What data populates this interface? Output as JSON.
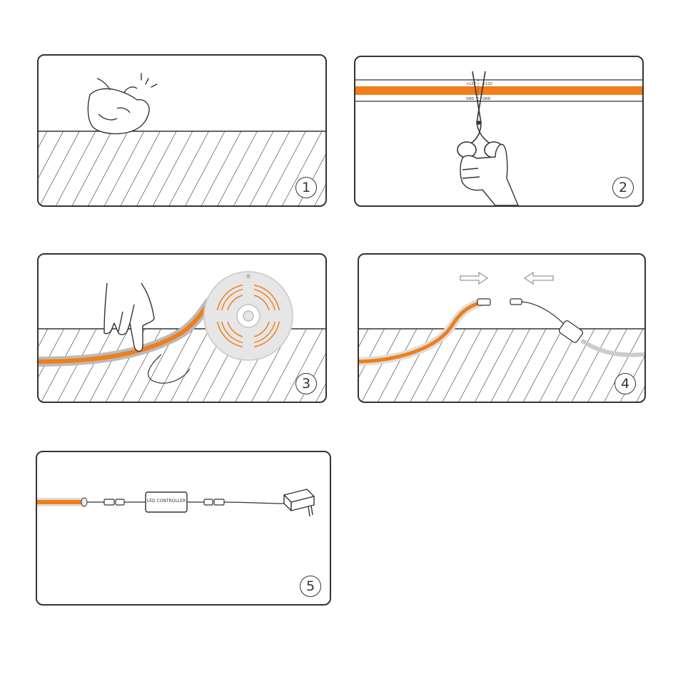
{
  "colors": {
    "accent": "#f07e1b",
    "line": "#333333",
    "light": "#e6e6e6",
    "background": "#ffffff"
  },
  "steps": [
    {
      "number": "1",
      "icon": "hand-wiping-surface-icon"
    },
    {
      "number": "2",
      "icon": "scissors-icon",
      "labels": {
        "plus": "+12V",
        "plus_right": "+12V",
        "gnd": "GND",
        "gnd_right": "GND"
      }
    },
    {
      "number": "3",
      "icon": "led-reel-icon"
    },
    {
      "number": "4",
      "icon": "connector-arrows-icon"
    },
    {
      "number": "5",
      "icon": "power-adapter-icon",
      "controller_label": "LED CONTROLLER"
    }
  ]
}
